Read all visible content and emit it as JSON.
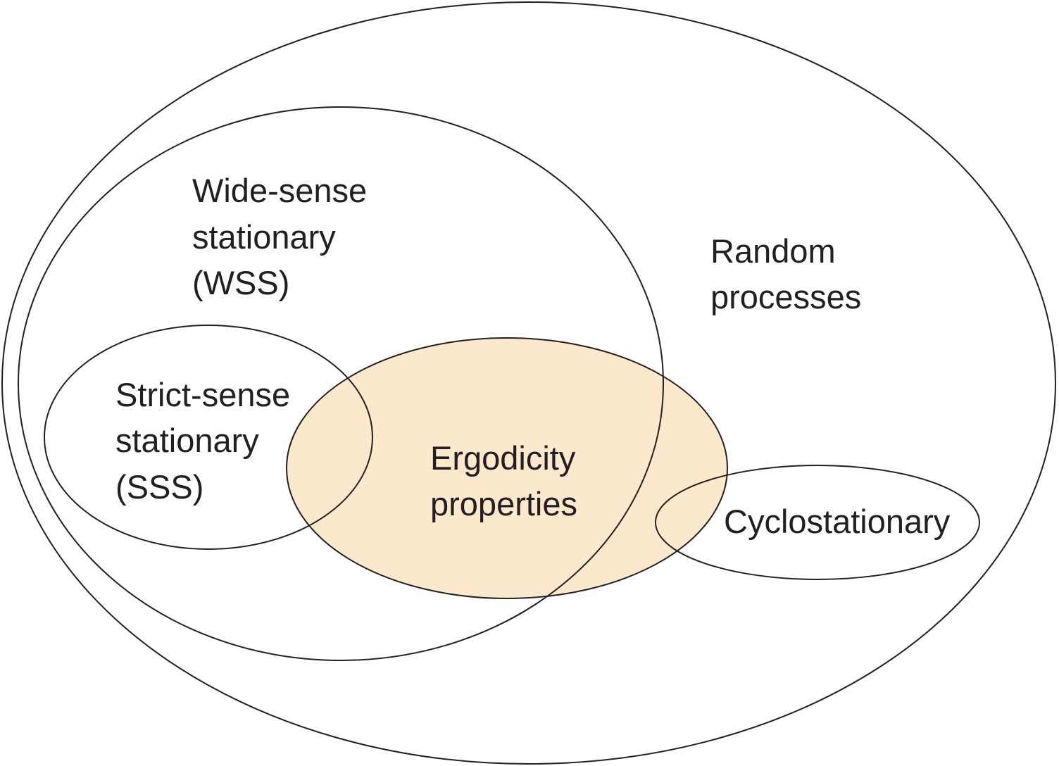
{
  "colors": {
    "outline": "#231f20",
    "ergodicity_fill": "#fce9cd",
    "text": "#231f20",
    "background": "#ffffff"
  },
  "sets": {
    "random_processes": {
      "lines": [
        "Random",
        "processes"
      ]
    },
    "wss": {
      "lines": [
        "Wide-sense",
        "stationary",
        "(WSS)"
      ]
    },
    "sss": {
      "lines": [
        "Strict-sense",
        "stationary",
        "(SSS)"
      ]
    },
    "ergodicity": {
      "lines": [
        "Ergodicity",
        "properties"
      ]
    },
    "cyclostationary": {
      "lines": [
        "Cyclostationary"
      ]
    }
  }
}
